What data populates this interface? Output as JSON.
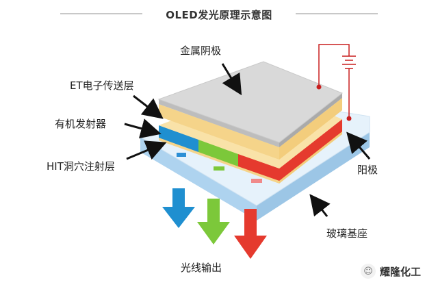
{
  "diagram": {
    "title": "OLED发光原理示意图",
    "labels": {
      "cathode": "金属阴极",
      "electron_transport": "ET电子传送层",
      "emitter": "有机发射器",
      "hole_injection": "HIT洞穴注射层",
      "anode": "阳极",
      "substrate": "玻璃基座",
      "light_output": "光线输出"
    },
    "colors": {
      "cathode": "#d4d4d4",
      "transport": "#f5d48a",
      "emitter_blue": "#1f8fd0",
      "emitter_green": "#7cc83a",
      "emitter_red": "#e53a2e",
      "glass": "#cfe6f7",
      "wire": "#c81e1e"
    }
  },
  "watermark": {
    "text": "耀隆化工",
    "icon": "wechat-icon"
  }
}
